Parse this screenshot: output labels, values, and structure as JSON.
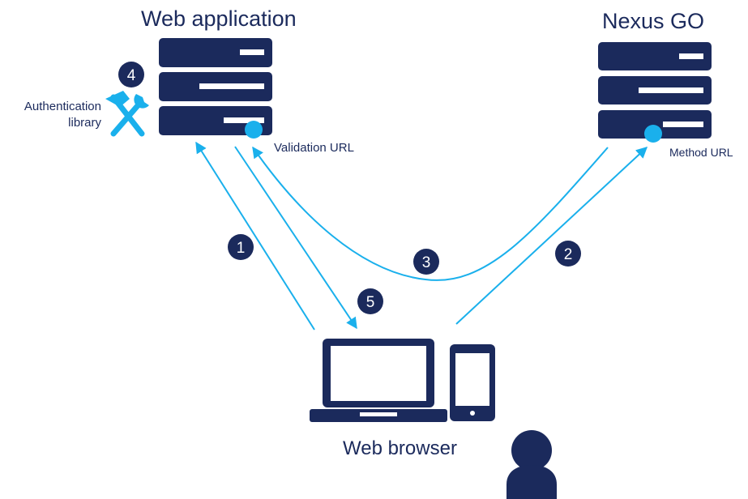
{
  "nodes": {
    "web_app": {
      "title": "Web application"
    },
    "nexus": {
      "title": "Nexus GO"
    },
    "browser": {
      "title": "Web browser"
    },
    "auth_lib": {
      "line1": "Authentication",
      "line2": "library"
    },
    "validation_url": {
      "label": "Validation URL"
    },
    "method_url": {
      "label": "Method URL"
    }
  },
  "steps": [
    "1",
    "2",
    "3",
    "4",
    "5"
  ],
  "colors": {
    "navy": "#1b2a5c",
    "accent": "#1ab0ec",
    "white": "#ffffff"
  },
  "icons": [
    "server-icon",
    "tools-icon",
    "laptop-icon",
    "phone-icon",
    "user-icon",
    "endpoint-dot-icon"
  ]
}
